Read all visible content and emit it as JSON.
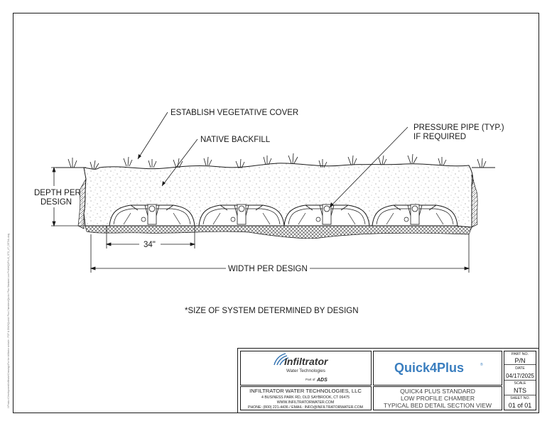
{
  "drawing": {
    "side_note": "I:\\Product Development\\Infiltrator\\Drawings\\For the Infiltrator website - PDF & DWG\\Quick4 Plus Chambers\\Quick4 Plus Standard Low Profile\\Q4PLUS_STD_LP_DETAIL.dwg",
    "labels": {
      "vegetative_cover": "ESTABLISH VEGETATIVE COVER",
      "native_backfill": "NATIVE BACKFILL",
      "pressure_pipe_line1": "PRESSURE PIPE (TYP.)",
      "pressure_pipe_line2": "IF REQUIRED",
      "depth_line1": "DEPTH PER",
      "depth_line2": "DESIGN",
      "chamber_width": "34\"",
      "system_width": "WIDTH PER DESIGN"
    },
    "note": "*SIZE OF SYSTEM DETERMINED BY DESIGN"
  },
  "title_block": {
    "company_logo_text": "Infiltrator",
    "company_logo_sub": "Water Technologies",
    "part_of": "Part of",
    "parent_brand": "ADS",
    "company_name": "INFILTRATOR WATER TECHNOLOGIES, LLC",
    "address": "4 BUSINESS PARK RD, OLD SAYBROOK, CT 06475",
    "website": "WWW.INFILTRATORWATER.COM",
    "contact": "PHONE: (800) 221-4436 / EMAIL: INFO@INFILTRATORWATER.COM",
    "product_logo": "Quick4Plus",
    "product_logo_mark": "®",
    "title_line1": "QUICK4 PLUS STANDARD",
    "title_line2": "LOW PROFILE CHAMBER",
    "title_line3": "TYPICAL BED DETAIL SECTION VIEW",
    "part_no_label": "PART NO.",
    "part_no": "P/N",
    "date_label": "DATE",
    "date": "04/17/2025",
    "scale_label": "SCALE",
    "scale": "NTS",
    "sheet_label": "SHEET NO.",
    "sheet": "01 of 01"
  },
  "colors": {
    "line": "#1a1a1a",
    "product_blue": "#3a7ebf",
    "logo_blue": "#2d6fb0"
  }
}
